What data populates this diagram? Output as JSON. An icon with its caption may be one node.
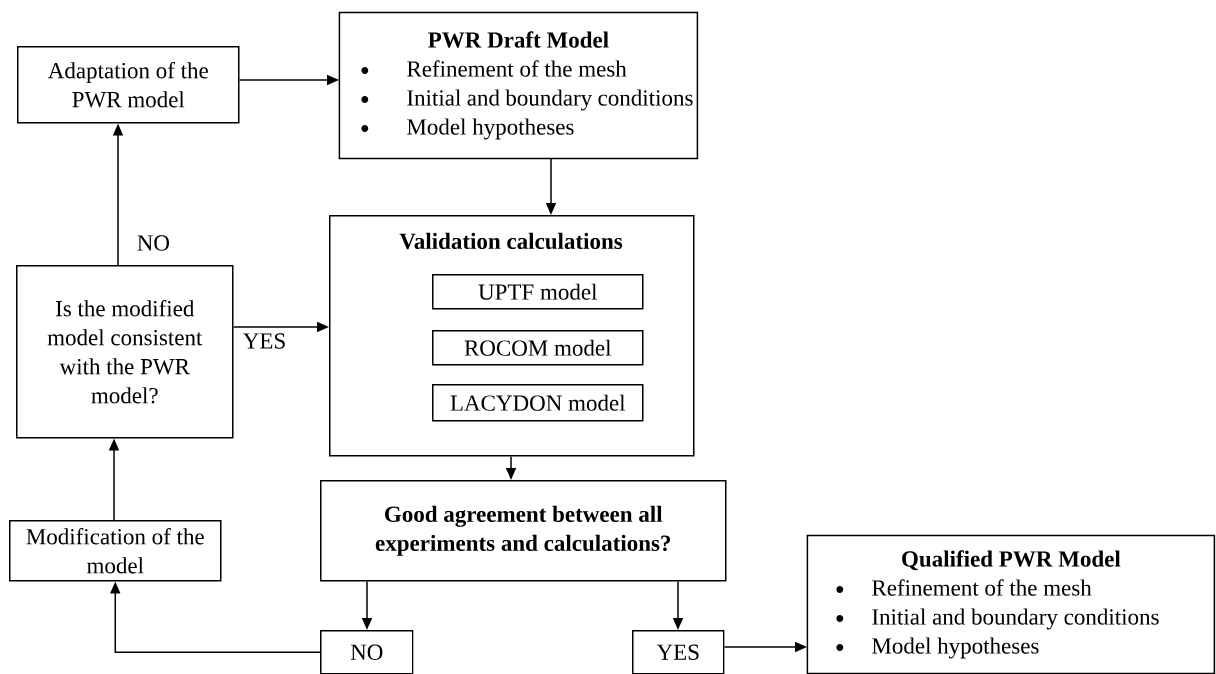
{
  "diagram": {
    "nodes": [
      {
        "text": [
          "Adaptation of the PWR model"
        ]
      },
      {
        "text": [
          "PWR Draft Model",
          "Refinement of the mesh",
          "Initial and boundary conditions",
          "Model hypotheses"
        ]
      },
      {
        "text": [
          "Validation calculations"
        ]
      },
      {
        "text": [
          "UPTF model"
        ],
        "in": 2
      },
      {
        "text": [
          "ROCOM model"
        ],
        "in": 2
      },
      {
        "text": [
          "LACYDON model"
        ],
        "in": 2
      },
      {
        "text": [
          "Is the modified model consistent with the PWR model?"
        ]
      },
      {
        "text": [
          "Modification of the model"
        ]
      },
      {
        "text": [
          "Good agreement between all experiments and calculations?"
        ]
      },
      {
        "text": [
          "NO"
        ]
      },
      {
        "text": [
          "YES"
        ]
      },
      {
        "text": [
          "Qualified PWR Model",
          "Refinement of the mesh",
          "Initial and boundary conditions",
          "Model hypotheses"
        ]
      }
    ],
    "edges": [
      {
        "from": 0,
        "to": 1,
        "arrow": "to"
      },
      {
        "from": 1,
        "to": 2,
        "arrow": "to"
      },
      {
        "from": 6,
        "to": 0,
        "arrow": "to",
        "label": "NO"
      },
      {
        "from": 6,
        "to": 2,
        "arrow": "to",
        "label": "YES"
      },
      {
        "from": 2,
        "to": 8,
        "arrow": "to"
      },
      {
        "from": 8,
        "to": 9,
        "arrow": "to"
      },
      {
        "from": 8,
        "to": 10,
        "arrow": "to"
      },
      {
        "from": 9,
        "to": 7,
        "arrow": "to"
      },
      {
        "from": 7,
        "to": 6,
        "arrow": "to"
      },
      {
        "from": 10,
        "to": 11,
        "arrow": "to"
      }
    ]
  }
}
